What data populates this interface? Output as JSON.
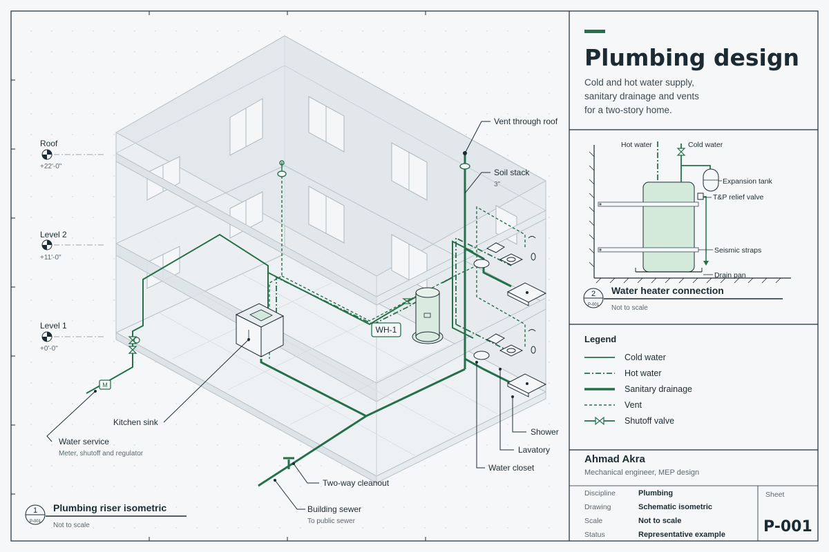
{
  "colors": {
    "green": "#25704a",
    "ink": "#1c2b33",
    "muted": "#5a6870",
    "building_line": "#b7c2c9",
    "paper": "#f5f7f8"
  },
  "levels": [
    {
      "name": "Roof",
      "elevation": "+22'-0\""
    },
    {
      "name": "Level 2",
      "elevation": "+11'-0\""
    },
    {
      "name": "Level 1",
      "elevation": "+0'-0\""
    }
  ],
  "callouts": {
    "vent_roof": "Vent through roof",
    "soil_stack": "Soil stack",
    "soil_stack_size": "3\"",
    "water_heater_tag": "WH-1",
    "kitchen_sink": "Kitchen sink",
    "water_service": "Water service",
    "water_service_note": "Meter, shutoff and regulator",
    "meter_tag": "M",
    "shower": "Shower",
    "lavatory": "Lavatory",
    "water_closet": "Water closet",
    "cleanout": "Two-way cleanout",
    "building_sewer": "Building sewer",
    "building_sewer_note": "To public sewer"
  },
  "view1": {
    "number": "1",
    "sheet_ref": "P-001",
    "title": "Plumbing riser isometric",
    "scale": "Not to scale"
  },
  "panel": {
    "title": "Plumbing design",
    "description": [
      "Cold and hot water supply,",
      "sanitary drainage and vents",
      "for a two-story home."
    ]
  },
  "detail": {
    "number": "2",
    "sheet_ref": "P-001",
    "title": "Water heater connection",
    "scale": "Not to scale",
    "labels": {
      "hot_water": "Hot water",
      "cold_water": "Cold water",
      "expansion_tank": "Expansion tank",
      "tp_valve": "T&P relief valve",
      "seismic_straps": "Seismic straps",
      "drain_pan": "Drain pan"
    }
  },
  "legend": {
    "title": "Legend",
    "items": [
      "Cold water",
      "Hot water",
      "Sanitary drainage",
      "Vent",
      "Shutoff valve"
    ]
  },
  "author": {
    "name": "Ahmad Akra",
    "role": "Mechanical engineer, MEP design"
  },
  "title_block": {
    "rows": [
      {
        "label": "Discipline",
        "value": "Plumbing"
      },
      {
        "label": "Drawing",
        "value": "Schematic isometric"
      },
      {
        "label": "Scale",
        "value": "Not to scale"
      },
      {
        "label": "Status",
        "value": "Representative example"
      }
    ],
    "sheet_label": "Sheet",
    "sheet_number": "P-001"
  }
}
